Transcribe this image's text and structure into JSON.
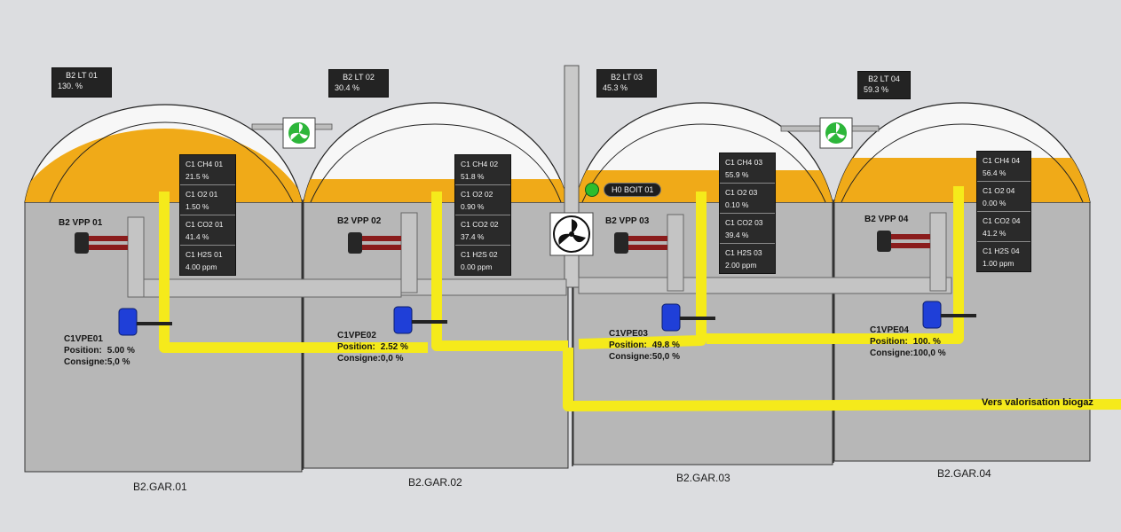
{
  "levels": [
    {
      "tag": "B2 LT 01",
      "value": "130.  %"
    },
    {
      "tag": "B2 LT 02",
      "value": "30.4  %"
    },
    {
      "tag": "B2 LT 03",
      "value": "45.3  %"
    },
    {
      "tag": "B2 LT 04",
      "value": "59.3  %"
    }
  ],
  "gas": [
    {
      "ch4_name": "C1 CH4 01",
      "ch4": "21.5  %",
      "o2_name": "C1 O2 01",
      "o2": "1.50  %",
      "co2_name": "C1 CO2 01",
      "co2": "41.4  %",
      "h2s_name": "C1 H2S 01",
      "h2s": "4.00  ppm"
    },
    {
      "ch4_name": "C1 CH4 02",
      "ch4": "51.8  %",
      "o2_name": "C1 O2 02",
      "o2": "0.90  %",
      "co2_name": "C1 CO2 02",
      "co2": "37.4  %",
      "h2s_name": "C1 H2S 02",
      "h2s": "0.00  ppm"
    },
    {
      "ch4_name": "C1 CH4 03",
      "ch4": "55.9  %",
      "o2_name": "C1 O2 03",
      "o2": "0.10  %",
      "co2_name": "C1 CO2 03",
      "co2": "39.4  %",
      "h2s_name": "C1 H2S 03",
      "h2s": "2.00  ppm"
    },
    {
      "ch4_name": "C1 CH4 04",
      "ch4": "56.4  %",
      "o2_name": "C1 O2 04",
      "o2": "0.00  %",
      "co2_name": "C1 CO2 04",
      "co2": "41.2  %",
      "h2s_name": "C1 H2S 04",
      "h2s": "1.00  ppm"
    }
  ],
  "vpp": [
    "B2 VPP 01",
    "B2 VPP 02",
    "B2 VPP 03",
    "B2 VPP 04"
  ],
  "vpe": [
    {
      "name": "C1VPE01",
      "position_label": "Position:",
      "position": "5.00 %",
      "consigne_label": "Consigne:",
      "consigne": "5,0 %"
    },
    {
      "name": "C1VPE02",
      "position_label": "Position:",
      "position": "2.52 %",
      "consigne_label": "Consigne:",
      "consigne": "0,0 %"
    },
    {
      "name": "C1VPE03",
      "position_label": "Position:",
      "position": "49.8 %",
      "consigne_label": "Consigne:",
      "consigne": "50,0 %"
    },
    {
      "name": "C1VPE04",
      "position_label": "Position:",
      "position": "100. %",
      "consigne_label": "Consigne:",
      "consigne": "100,0 %"
    }
  ],
  "garages": [
    "B2.GAR.01",
    "B2.GAR.02",
    "B2.GAR.03",
    "B2.GAR.04"
  ],
  "h0_boit": "H0 BOIT 01",
  "outlet_label": "Vers valorisation biogaz",
  "colors": {
    "biogas_yellow": "#f5ea1b",
    "gas_orange": "#f0aa18",
    "digester_grey": "#b7b7b7",
    "pipe_grey": "#c4c4c4",
    "fan_green": "#2db63a",
    "valve_blue": "#1f3fd8",
    "status_green": "#2dbd2d"
  }
}
